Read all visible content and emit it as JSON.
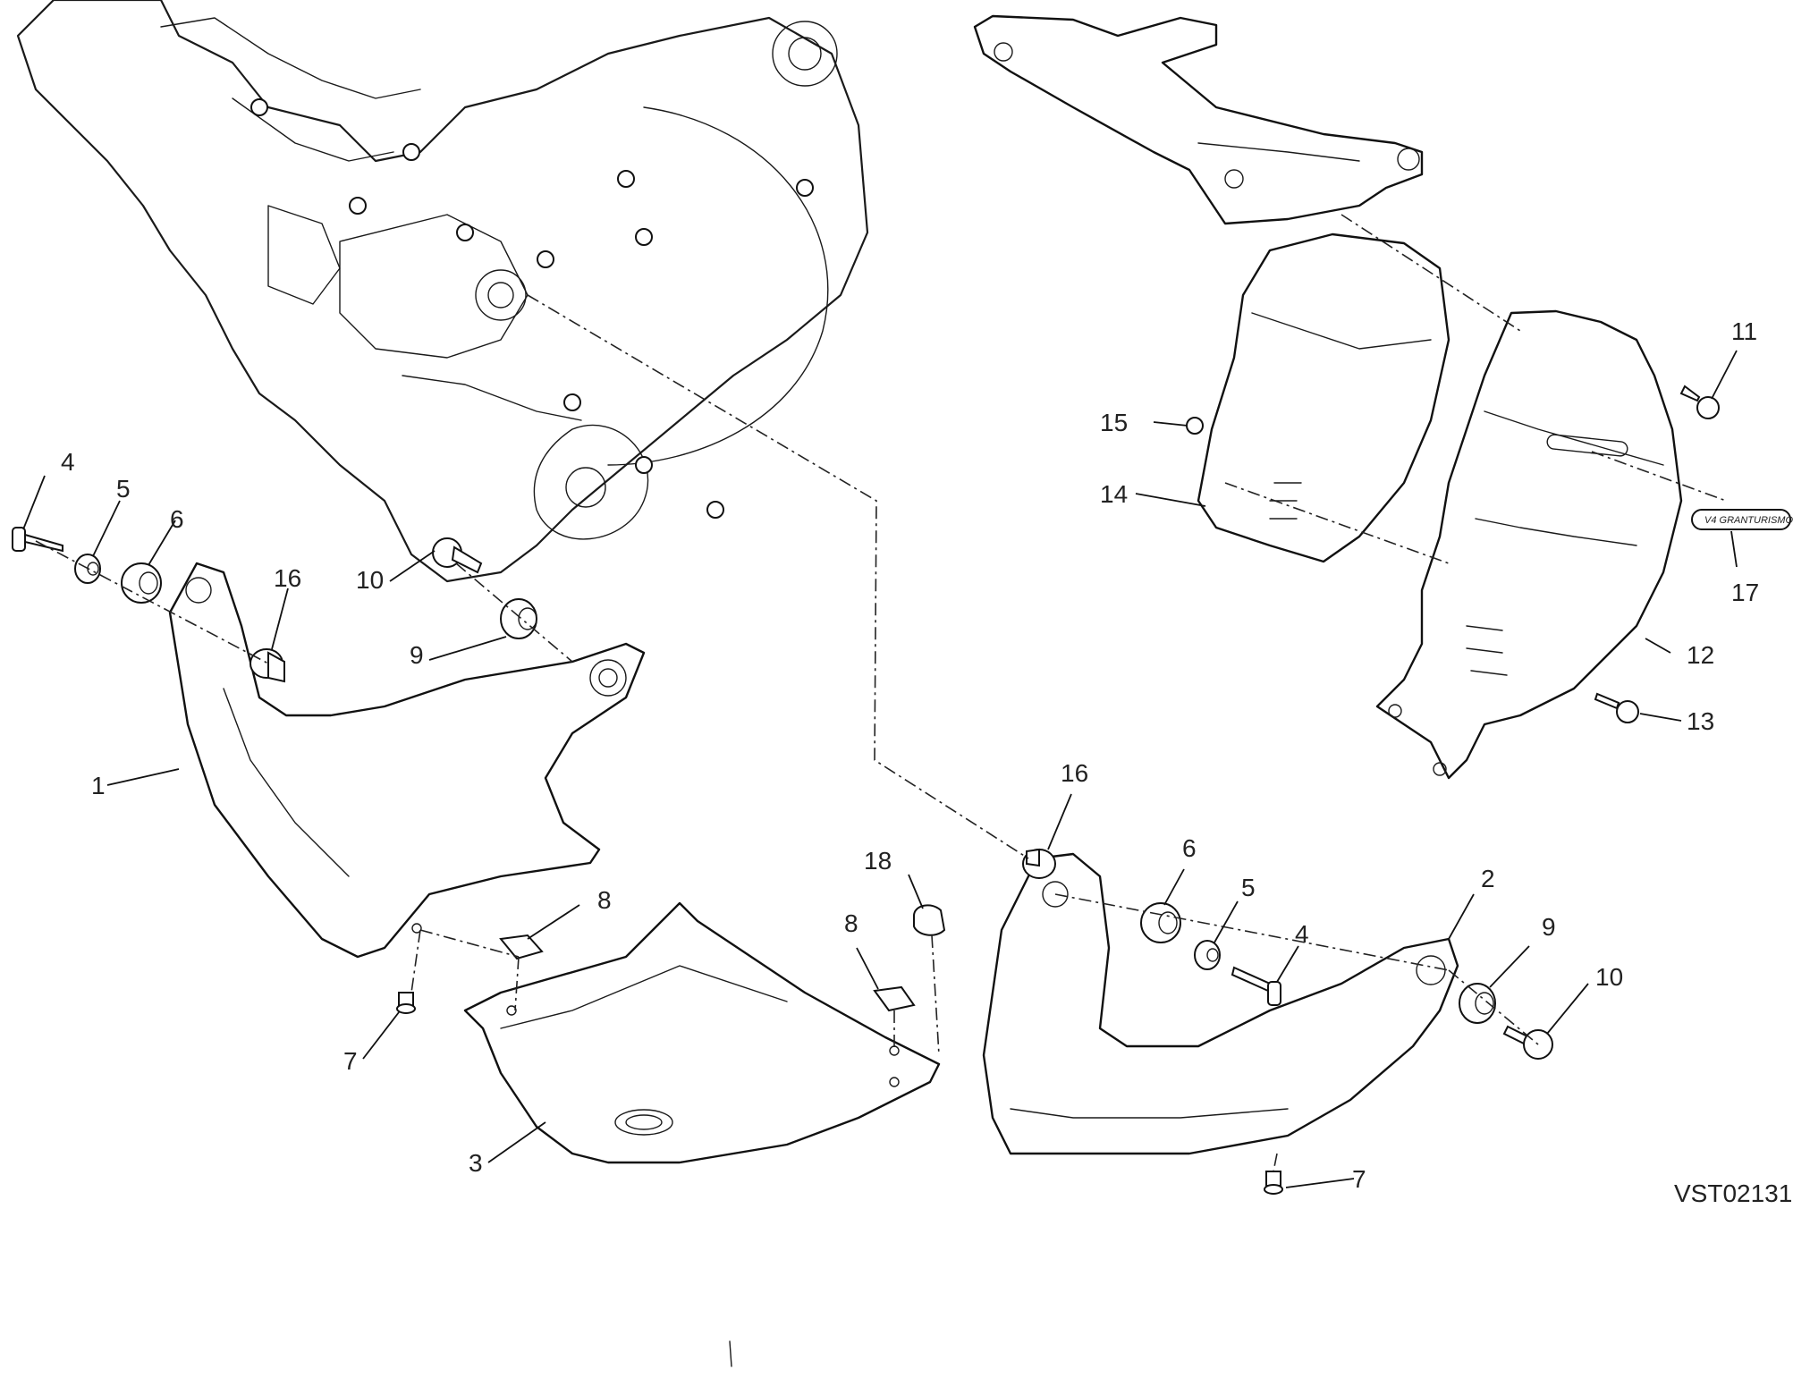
{
  "diagram": {
    "reference_code": "VST02131",
    "badge_text": "V4 GRANTURISMO",
    "callouts": {
      "c1": "1",
      "c2": "2",
      "c3": "3",
      "c4a": "4",
      "c4b": "4",
      "c5a": "5",
      "c5b": "5",
      "c6a": "6",
      "c6b": "6",
      "c7a": "7",
      "c7b": "7",
      "c8a": "8",
      "c8b": "8",
      "c9a": "9",
      "c9b": "9",
      "c10a": "10",
      "c10b": "10",
      "c11": "11",
      "c12": "12",
      "c13": "13",
      "c14": "14",
      "c15": "15",
      "c16a": "16",
      "c16b": "16",
      "c17": "17",
      "c18": "18"
    }
  }
}
